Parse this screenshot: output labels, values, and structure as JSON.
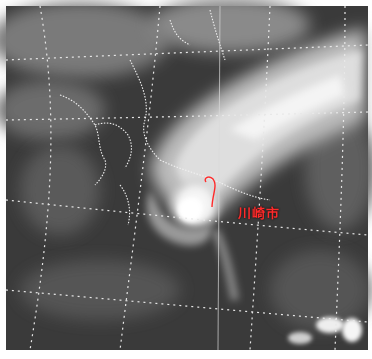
{
  "map": {
    "kind": "infrared-satellite-image",
    "colors": {
      "background": "#3a3a3a",
      "frame": "#ffffff",
      "marker": "#ff2a2a",
      "label": "#ff2a2a",
      "graticule": "#e8e8e8",
      "coastline": "#f2f2f2"
    },
    "marker": {
      "shape": "storm-track-outline"
    },
    "label": {
      "text": "川崎市"
    }
  }
}
